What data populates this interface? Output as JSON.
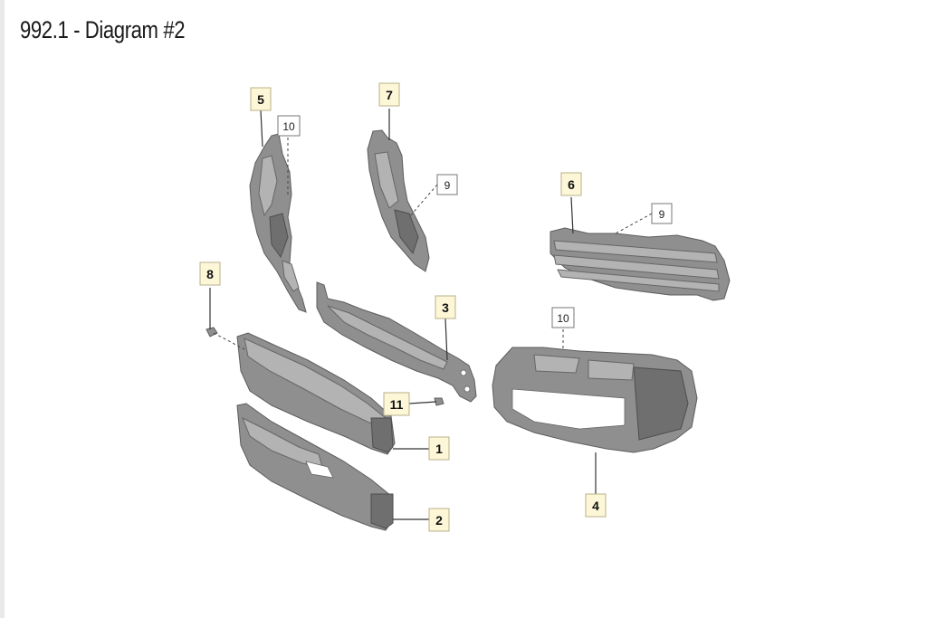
{
  "title": "992.1 - Diagram #2",
  "callouts": {
    "c1": "1",
    "c2": "2",
    "c3": "3",
    "c4": "4",
    "c5": "5",
    "c6": "6",
    "c7": "7",
    "c8": "8",
    "c9a": "9",
    "c9b": "9",
    "c10a": "10",
    "c10b": "10",
    "c11": "11"
  },
  "colors": {
    "part_fill": "#8f8f8f",
    "callout_fill": "#fdf7d8"
  }
}
